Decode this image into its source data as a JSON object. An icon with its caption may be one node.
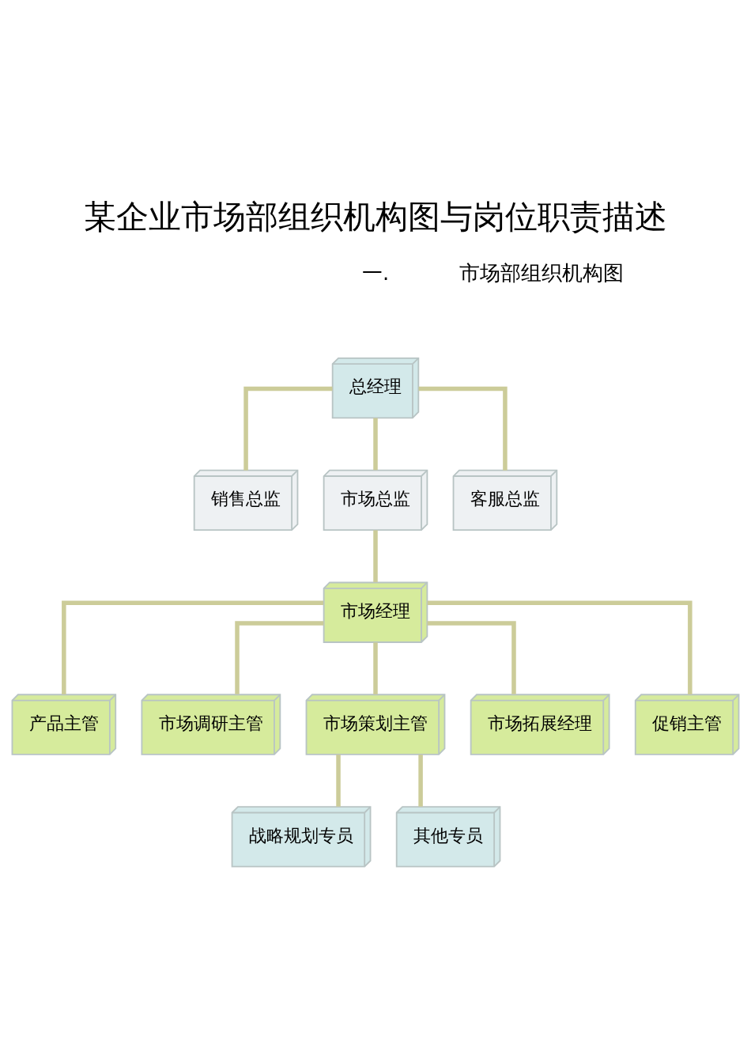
{
  "diagram": {
    "title": "某企业市场部组织机构图与岗位职责描述",
    "nodes": [
      {
        "text": [
          "总经理"
        ]
      },
      {
        "text": [
          "销售总监"
        ]
      },
      {
        "text": [
          "市场总监"
        ]
      },
      {
        "text": [
          "客服总监"
        ]
      },
      {
        "text": [
          "市场经理"
        ]
      },
      {
        "text": [
          "产品主管"
        ]
      },
      {
        "text": [
          "市场调研主管"
        ]
      },
      {
        "text": [
          "市场策划主管"
        ]
      },
      {
        "text": [
          "市场拓展经理"
        ]
      },
      {
        "text": [
          "促销主管"
        ]
      },
      {
        "text": [
          "战略规划专员"
        ]
      },
      {
        "text": [
          "其他专员"
        ]
      }
    ],
    "edges": [
      {
        "from": 0,
        "to": 1,
        "arrow": "none"
      },
      {
        "from": 0,
        "to": 2,
        "arrow": "none"
      },
      {
        "from": 0,
        "to": 3,
        "arrow": "none"
      },
      {
        "from": 2,
        "to": 4,
        "arrow": "none"
      },
      {
        "from": 4,
        "to": 5,
        "arrow": "none"
      },
      {
        "from": 4,
        "to": 6,
        "arrow": "none"
      },
      {
        "from": 4,
        "to": 7,
        "arrow": "none"
      },
      {
        "from": 4,
        "to": 8,
        "arrow": "none"
      },
      {
        "from": 4,
        "to": 9,
        "arrow": "none"
      },
      {
        "from": 7,
        "to": 10,
        "arrow": "none"
      },
      {
        "from": 7,
        "to": 11,
        "arrow": "none"
      }
    ],
    "labels": [
      "一.",
      "市场部组织机构图"
    ]
  }
}
